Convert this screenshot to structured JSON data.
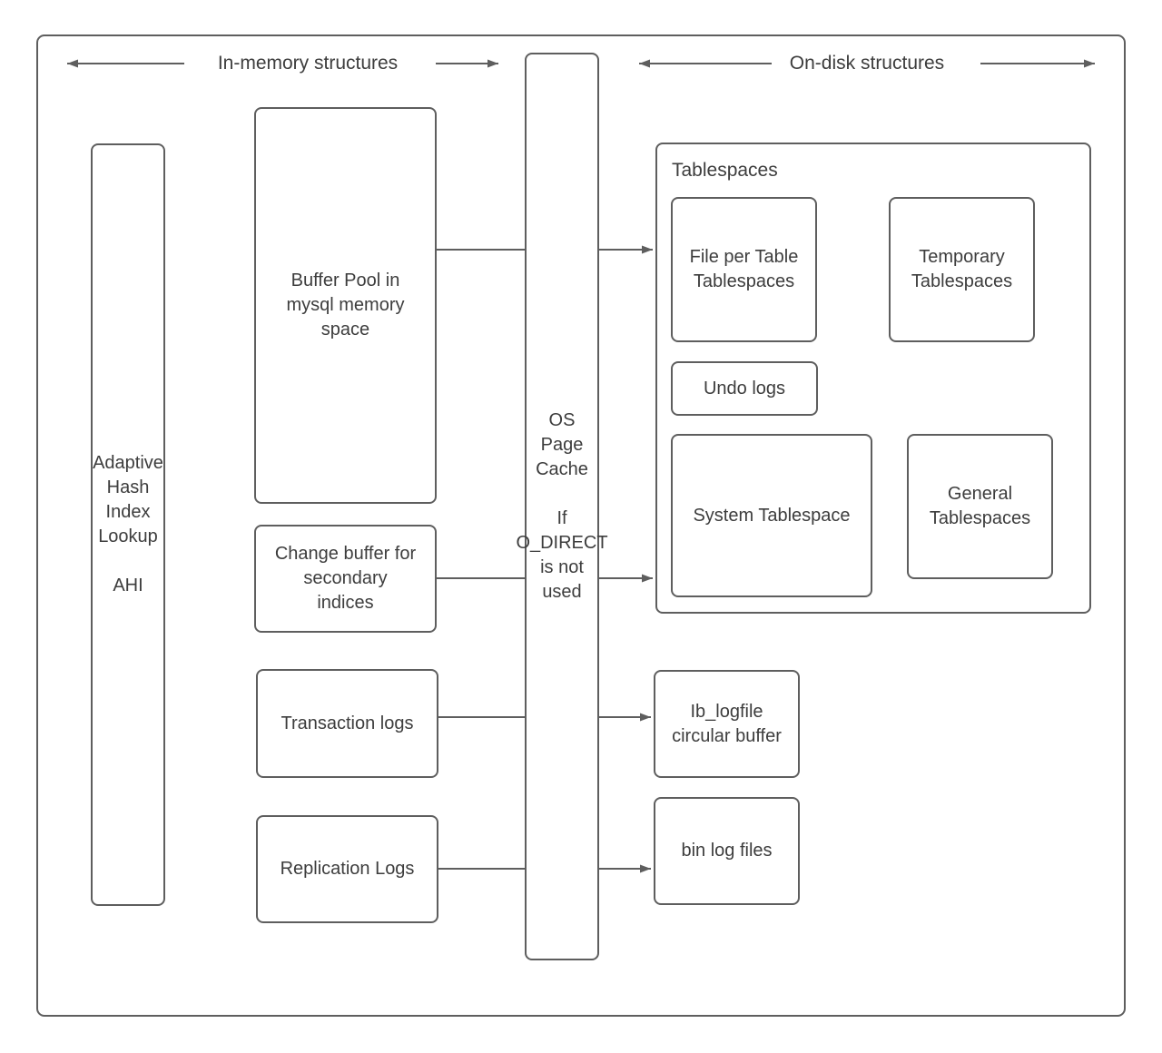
{
  "headers": {
    "in_memory": "In-memory structures",
    "on_disk": "On-disk structures"
  },
  "nodes": {
    "ahi": "Adaptive\nHash\nIndex\nLookup\n\nAHI",
    "buffer_pool": "Buffer Pool in\nmysql memory\nspace",
    "change_buffer": "Change buffer for\nsecondary\nindices",
    "transaction_logs": "Transaction logs",
    "replication_logs": "Replication Logs",
    "os_page_cache": "OS\nPage\nCache\n\nIf\nO_DIRECT\nis not\nused",
    "tablespaces_label": "Tablespaces",
    "file_per_table": "File per Table\nTablespaces",
    "temporary_tablespaces": "Temporary\nTablespaces",
    "undo_logs": "Undo logs",
    "system_tablespace": "System Tablespace",
    "general_tablespaces": "General\nTablespaces",
    "ib_logfile": "Ib_logfile\ncircular buffer",
    "bin_log_files": "bin log files"
  },
  "colors": {
    "stroke": "#5e5e5e",
    "text": "#3d3d3d",
    "background": "#ffffff"
  }
}
